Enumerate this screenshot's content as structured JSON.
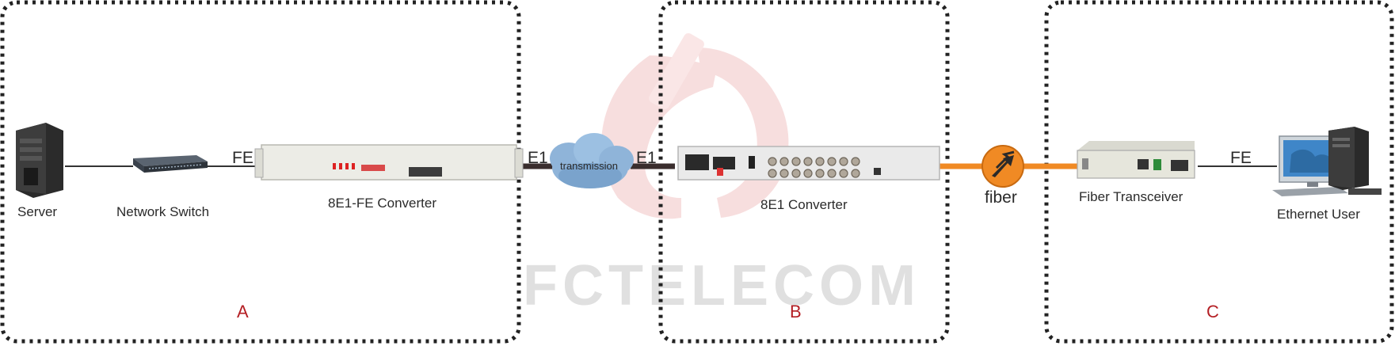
{
  "nodes": {
    "server": "Server",
    "network_switch": "Network Switch",
    "converter_8e1_fe": "8E1-FE Converter",
    "converter_8e1": "8E1 Converter",
    "fiber_transceiver": "Fiber Transceiver",
    "ethernet_user": "Ethernet  User"
  },
  "links": {
    "fe_left": "FE",
    "e1_left": "E1",
    "e1_right": "E1",
    "fiber": "fiber",
    "fe_right": "FE"
  },
  "cloud": {
    "label": "transmission"
  },
  "sections": {
    "a": "A",
    "b": "B",
    "c": "C"
  },
  "watermark": {
    "text": "FCTELECOM"
  },
  "colors": {
    "section_label": "#b41f24",
    "fiber": "#f08a24",
    "e1_link": "#3a2e2e",
    "cloud": "#8fb4d9",
    "watermark": "#e9a8a8",
    "border": "#222222"
  }
}
